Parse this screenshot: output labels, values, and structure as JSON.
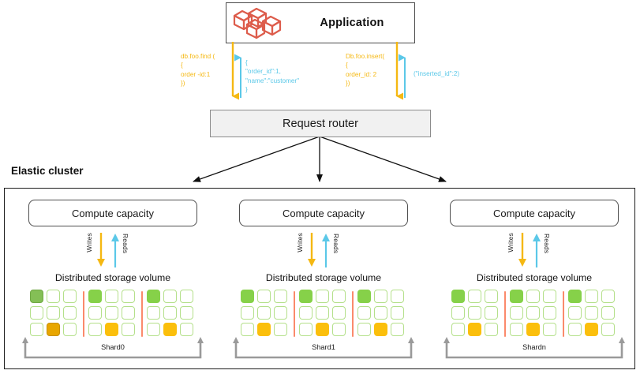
{
  "application": {
    "title": "Application",
    "icon": "cubes-cluster-icon",
    "icon_color": "#dd5c4b"
  },
  "queries": [
    {
      "id": "find-request",
      "direction": "down",
      "color": "#f5b812",
      "text": "db.foo.find (\n{\norder -id:1\n})"
    },
    {
      "id": "find-response",
      "direction": "up",
      "color": "#5bc8e8",
      "text": "{\n\"order_id\":1,\n\"name\":\"customer\"\n}"
    },
    {
      "id": "insert-request",
      "direction": "down",
      "color": "#f5b812",
      "text": "Db.foo.insert(\n{\norder_id: 2\n})"
    },
    {
      "id": "insert-response",
      "direction": "up",
      "color": "#5bc8e8",
      "text": "(\"inserted_id\":2)"
    }
  ],
  "router": {
    "label": "Request router",
    "fan_out_arrows": 3
  },
  "cluster": {
    "label": "Elastic cluster",
    "shards": [
      {
        "compute_label": "Compute capacity",
        "writes_label": "Writes",
        "reads_label": "Reads",
        "storage_label": "Distributed storage volume",
        "shard_name": "Shard0",
        "groups": [
          [
            "green-dark",
            "empty",
            "empty",
            "empty",
            "empty",
            "empty",
            "empty",
            "yellow-dark",
            "empty"
          ],
          [
            "green",
            "empty",
            "empty",
            "empty",
            "empty",
            "empty",
            "empty",
            "yellow",
            "empty"
          ],
          [
            "green",
            "empty",
            "empty",
            "empty",
            "empty",
            "empty",
            "empty",
            "yellow",
            "empty"
          ]
        ]
      },
      {
        "compute_label": "Compute capacity",
        "writes_label": "Writes",
        "reads_label": "Reads",
        "storage_label": "Distributed storage volume",
        "shard_name": "Shard1",
        "groups": [
          [
            "green",
            "empty",
            "empty",
            "empty",
            "empty",
            "empty",
            "empty",
            "yellow",
            "empty"
          ],
          [
            "green",
            "empty",
            "empty",
            "empty",
            "empty",
            "empty",
            "empty",
            "yellow",
            "empty"
          ],
          [
            "green",
            "empty",
            "empty",
            "empty",
            "empty",
            "empty",
            "empty",
            "yellow",
            "empty"
          ]
        ]
      },
      {
        "compute_label": "Compute capacity",
        "writes_label": "Writes",
        "reads_label": "Reads",
        "storage_label": "Distributed storage volume",
        "shard_name": "Shardn",
        "groups": [
          [
            "green",
            "empty",
            "empty",
            "empty",
            "empty",
            "empty",
            "empty",
            "yellow",
            "empty"
          ],
          [
            "green",
            "empty",
            "empty",
            "empty",
            "empty",
            "empty",
            "empty",
            "yellow",
            "empty"
          ],
          [
            "green",
            "empty",
            "empty",
            "empty",
            "empty",
            "empty",
            "empty",
            "yellow",
            "empty"
          ]
        ]
      }
    ]
  },
  "colors": {
    "write_yellow": "#f5b812",
    "read_blue": "#5bc8e8",
    "cell_green": "#86d149",
    "cell_green_border": "#b4e08a",
    "cell_yellow": "#fbbf0c",
    "divider_orange": "#fb8a6b",
    "bracket_gray": "#9a9a9a",
    "app_icon_red": "#dd5c4b",
    "router_fill": "#f1f1f1"
  }
}
